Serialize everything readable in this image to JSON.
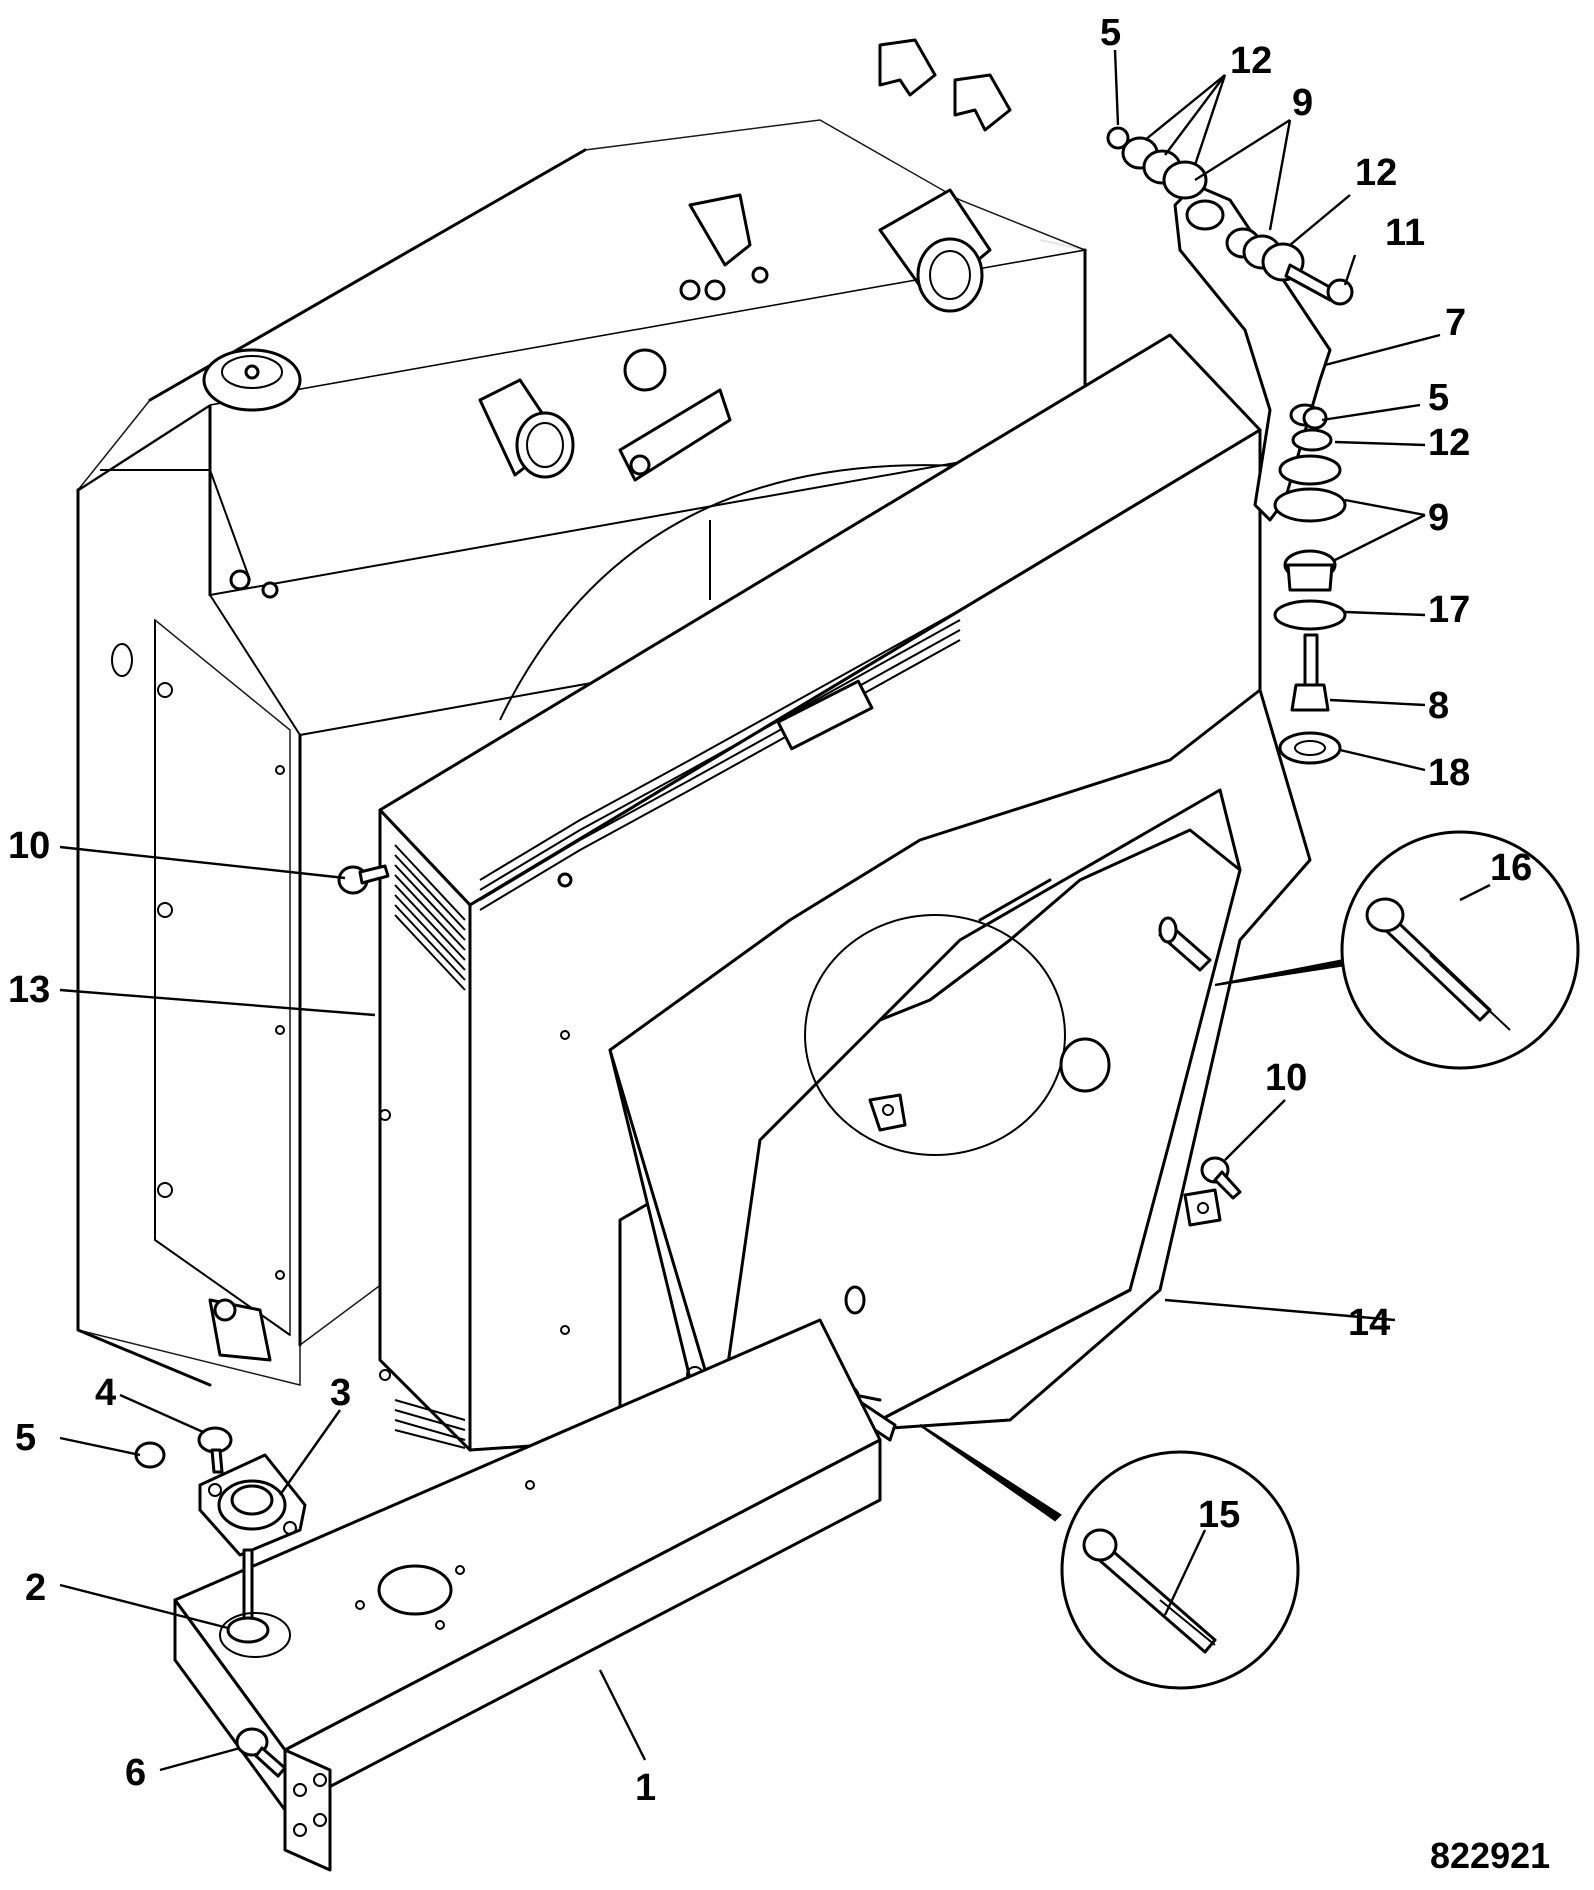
{
  "diagram": {
    "reference_number": "822921",
    "callouts": [
      {
        "id": "c-5a",
        "label": "5"
      },
      {
        "id": "c-12a",
        "label": "12"
      },
      {
        "id": "c-9a",
        "label": "9"
      },
      {
        "id": "c-12b",
        "label": "12"
      },
      {
        "id": "c-11",
        "label": "11"
      },
      {
        "id": "c-7",
        "label": "7"
      },
      {
        "id": "c-5b",
        "label": "5"
      },
      {
        "id": "c-12c",
        "label": "12"
      },
      {
        "id": "c-9b",
        "label": "9"
      },
      {
        "id": "c-17",
        "label": "17"
      },
      {
        "id": "c-8",
        "label": "8"
      },
      {
        "id": "c-18",
        "label": "18"
      },
      {
        "id": "c-10a",
        "label": "10"
      },
      {
        "id": "c-16",
        "label": "16"
      },
      {
        "id": "c-13",
        "label": "13"
      },
      {
        "id": "c-10b",
        "label": "10"
      },
      {
        "id": "c-14",
        "label": "14"
      },
      {
        "id": "c-4",
        "label": "4"
      },
      {
        "id": "c-3",
        "label": "3"
      },
      {
        "id": "c-5c",
        "label": "5"
      },
      {
        "id": "c-15",
        "label": "15"
      },
      {
        "id": "c-2",
        "label": "2"
      },
      {
        "id": "c-6",
        "label": "6"
      },
      {
        "id": "c-1",
        "label": "1"
      }
    ]
  }
}
